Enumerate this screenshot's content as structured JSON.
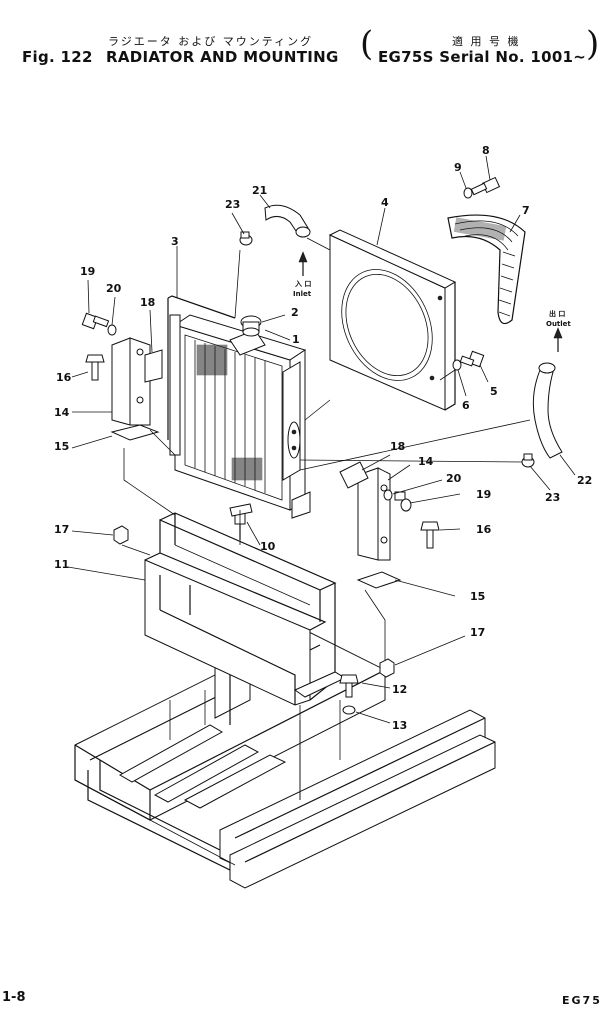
{
  "header": {
    "japanese_title": "ラジエータ および マウンティング",
    "fig_label": "Fig. 122",
    "title": "RADIATOR AND MOUNTING",
    "applicable_jp": "適 用 号 機",
    "serial": "EG75S Serial No. 1001~"
  },
  "footer": {
    "page": "1-8",
    "model": "EG75"
  },
  "diagram": {
    "inlet_jp": "入 口",
    "inlet": "Inlet",
    "outlet_jp": "出 口",
    "outlet": "Outlet",
    "callouts": [
      "1",
      "2",
      "3",
      "4",
      "5",
      "6",
      "7",
      "8",
      "9",
      "10",
      "11",
      "12",
      "13",
      "14",
      "14",
      "15",
      "15",
      "16",
      "16",
      "17",
      "17",
      "18",
      "18",
      "19",
      "19",
      "20",
      "20",
      "21",
      "22",
      "23",
      "23"
    ]
  }
}
